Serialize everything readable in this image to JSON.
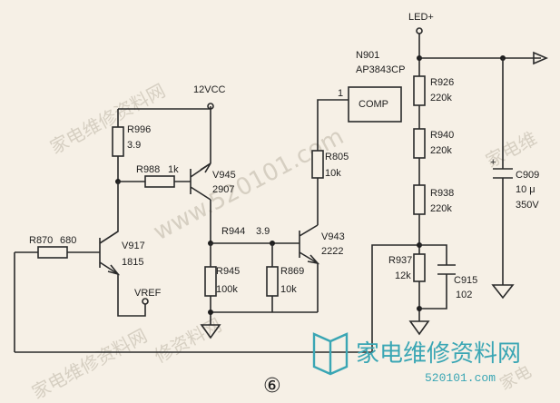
{
  "components": {
    "led_plus": "LED+",
    "vcc": "12VCC",
    "vref": "VREF",
    "n901": "N901",
    "ic_part": "AP3843CP",
    "comp_pin": "1",
    "comp_label": "COMP",
    "r996": "R996",
    "r996_val": "3.9",
    "r988": "R988",
    "r988_val": "1k",
    "v945": "V945",
    "v945_type": "2907",
    "r870": "R870",
    "r870_val": "680",
    "v917": "V917",
    "v917_type": "1815",
    "r944": "R944",
    "r944_val": "3.9",
    "r945": "R945",
    "r945_val": "100k",
    "r869": "R869",
    "r869_val": "10k",
    "r805": "R805",
    "r805_val": "10k",
    "v943": "V943",
    "v943_type": "2222",
    "r926": "R926",
    "r926_val": "220k",
    "r940": "R940",
    "r940_val": "220k",
    "r938": "R938",
    "r938_val": "220k",
    "r937": "R937",
    "r937_val": "12k",
    "c915": "C915",
    "c915_val": "102",
    "c909": "C909",
    "c909_val1": "10 μ",
    "c909_val2": "350V",
    "plus_sign": "+",
    "figure_number": "⑥"
  },
  "watermark": {
    "url": "www.520101.com",
    "cn_site": "家电维修资料网",
    "cn_short": "家电维",
    "cn_mid": "修资料网",
    "cn_bottom": "家电维修资料网",
    "cn_bottom_right": "家电",
    "logo_text": "家电维修资料网",
    "logo_url": "520101.com"
  },
  "colors": {
    "background": "#f6f0e6",
    "ink": "#2a2a2a",
    "logo_teal": "#3aa6b4",
    "watermark": "#d6cfc2"
  }
}
